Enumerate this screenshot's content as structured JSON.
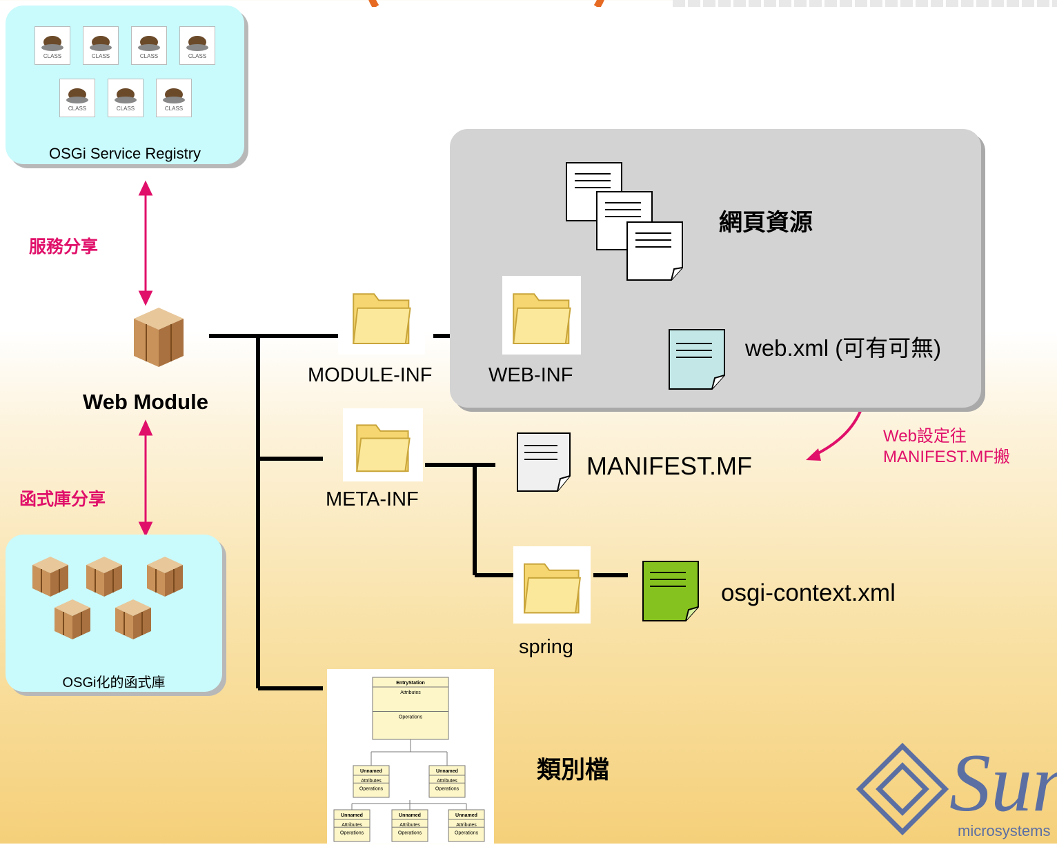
{
  "registry": {
    "label": "OSGi Service Registry",
    "class_label": "CLASS"
  },
  "service_share": "服務分享",
  "web_module": "Web Module",
  "library_share": "函式庫分享",
  "osgi_libraries": "OSGi化的函式庫",
  "folders": {
    "module_inf": "MODULE-INF",
    "web_inf": "WEB-INF",
    "meta_inf": "META-INF",
    "spring": "spring"
  },
  "files": {
    "web_resources": "網頁資源",
    "web_xml": "web.xml (可有可無)",
    "manifest": "MANIFEST.MF",
    "osgi_context": "osgi-context.xml",
    "class_files": "類別檔"
  },
  "note": {
    "line1": "Web設定往",
    "line2": "MANIFEST.MF搬"
  },
  "uml": {
    "main": "EntryStation",
    "child": "Unnamed",
    "attributes": "Attributes",
    "operations": "Operations"
  },
  "logo": {
    "text": "Sun",
    "sub": "microsystems"
  },
  "colors": {
    "accent": "#e0106a",
    "panel": "#c9fafc",
    "xml_doc": "#c3e6e6",
    "spring_doc": "#86c21f"
  }
}
